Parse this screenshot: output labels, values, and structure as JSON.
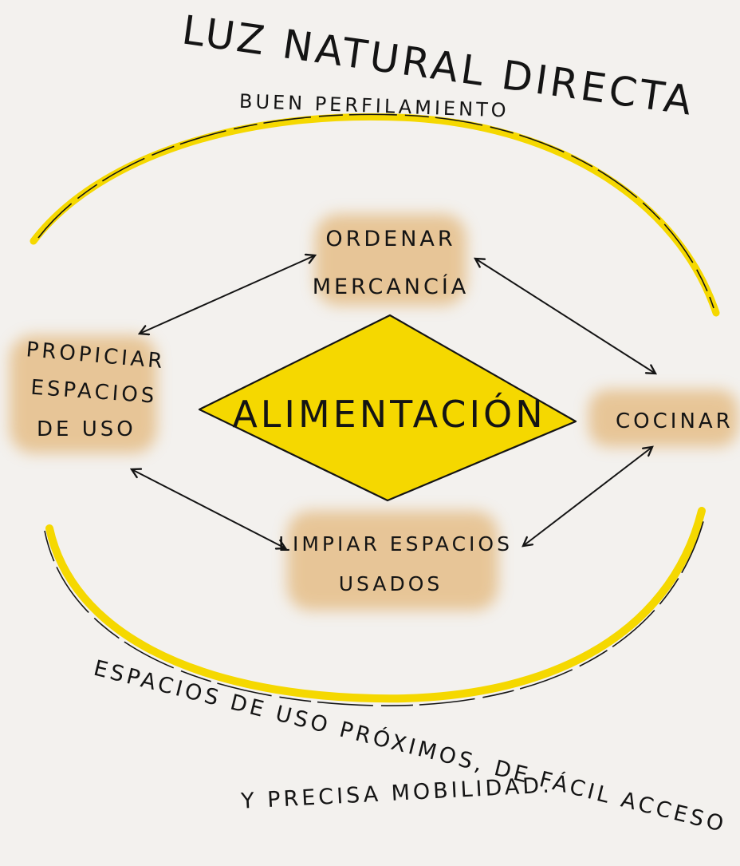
{
  "top": {
    "title": "LUZ NATURAL DIRECTA",
    "subtitle": "BUEN PERFILAMIENTO"
  },
  "center": {
    "label": "ALIMENTACIÓN"
  },
  "nodes": {
    "top": {
      "line1": "ORDENAR",
      "line2": "MERCANCÍA"
    },
    "left": {
      "line1": "PROPICIAR",
      "line2": "ESPACIOS",
      "line3": "DE USO"
    },
    "right": {
      "line1": "COCINAR"
    },
    "bottom": {
      "line1": "LIMPIAR ESPACIOS",
      "line2": "USADOS"
    }
  },
  "bottom": {
    "line1": "ESPACIOS DE USO PRÓXIMOS, DE FÁCIL ACCESO",
    "line2": "Y PRECISA MOBILIDAD."
  },
  "colors": {
    "paper": "#f3f1ee",
    "yellow": "#f5d800",
    "highlight": "#e3b77a",
    "ink": "#141414"
  }
}
